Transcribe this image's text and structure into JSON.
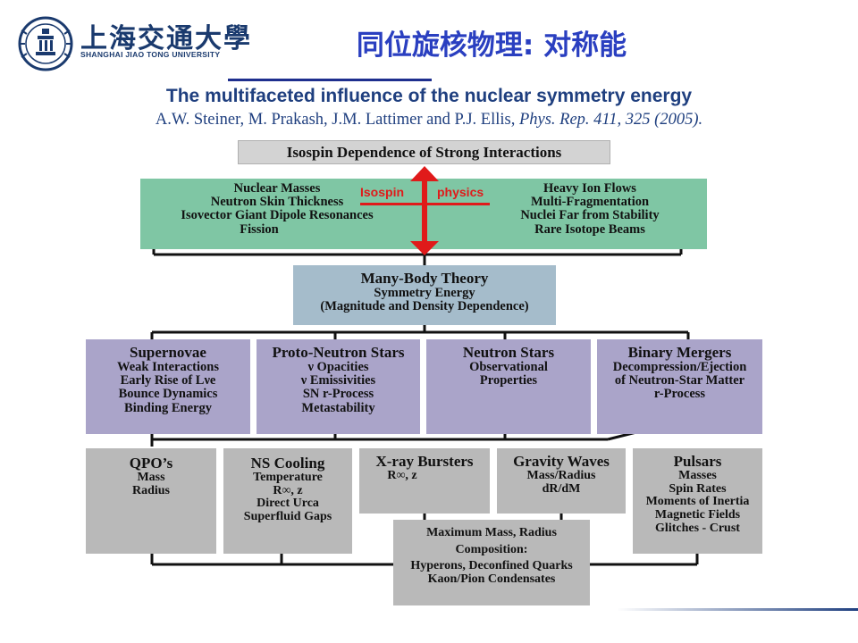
{
  "header": {
    "university_cn": "上海交通大學",
    "university_en": "SHANGHAI JIAO TONG UNIVERSITY",
    "slide_title": "同位旋核物理: 对称能"
  },
  "paper": {
    "title": "The multifaceted influence of the nuclear symmetry energy",
    "authors": "A.W. Steiner, M. Prakash, J.M. Lattimer and P.J. Ellis, ",
    "journal": "Phys. Rep. 411, 325 (2005)."
  },
  "diagram": {
    "top": "Isospin Dependence of Strong Interactions",
    "arrow_labels": {
      "left": "Isospin",
      "right": "physics"
    },
    "green_left": [
      "Nuclear Masses",
      "Neutron Skin Thickness",
      "Isovector Giant Dipole Resonances",
      "Fission"
    ],
    "green_right": [
      "Heavy Ion Flows",
      "Multi-Fragmentation",
      "Nuclei Far from Stability",
      "Rare Isotope Beams"
    ],
    "middle": {
      "title": "Many-Body Theory",
      "lines": [
        "Symmetry Energy",
        "(Magnitude and Density Dependence)"
      ]
    },
    "row3": [
      {
        "title": "Supernovae",
        "lines": [
          "Weak Interactions",
          "Early Rise of Lνe",
          "Bounce Dynamics",
          "Binding Energy"
        ]
      },
      {
        "title": "Proto-Neutron Stars",
        "lines": [
          "ν Opacities",
          "ν Emissivities",
          "SN r-Process",
          "Metastability"
        ]
      },
      {
        "title": "Neutron Stars",
        "lines": [
          "Observational",
          "Properties"
        ]
      },
      {
        "title": "Binary Mergers",
        "lines": [
          "Decompression/Ejection",
          "of Neutron-Star Matter",
          "r-Process"
        ]
      }
    ],
    "row4": [
      {
        "title": "QPO’s",
        "lines": [
          "Mass",
          "Radius"
        ]
      },
      {
        "title": "NS Cooling",
        "lines": [
          "Temperature",
          "R∞, z",
          "Direct Urca",
          "Superfluid Gaps"
        ]
      },
      {
        "title": "X-ray Bursters",
        "lines": [
          "R∞, z"
        ]
      },
      {
        "title": "Gravity Waves",
        "lines": [
          "Mass/Radius",
          "dR/dM"
        ]
      },
      {
        "title": "Pulsars",
        "lines": [
          "Masses",
          "Spin Rates",
          "Moments of Inertia",
          "Magnetic Fields",
          "Glitches - Crust"
        ]
      }
    ],
    "bottom": {
      "lines": [
        "Maximum Mass, Radius",
        "Composition:",
        "Hyperons, Deconfined Quarks",
        "Kaon/Pion Condensates"
      ]
    }
  },
  "colors": {
    "title_blue": "#2a3fc0",
    "navy": "#1f3f7f",
    "green": "#7fc6a4",
    "blue_grey": "#a5bccb",
    "purple": "#aaa4c9",
    "grey": "#b9b9b9",
    "arrow_red": "#e01a1a"
  }
}
